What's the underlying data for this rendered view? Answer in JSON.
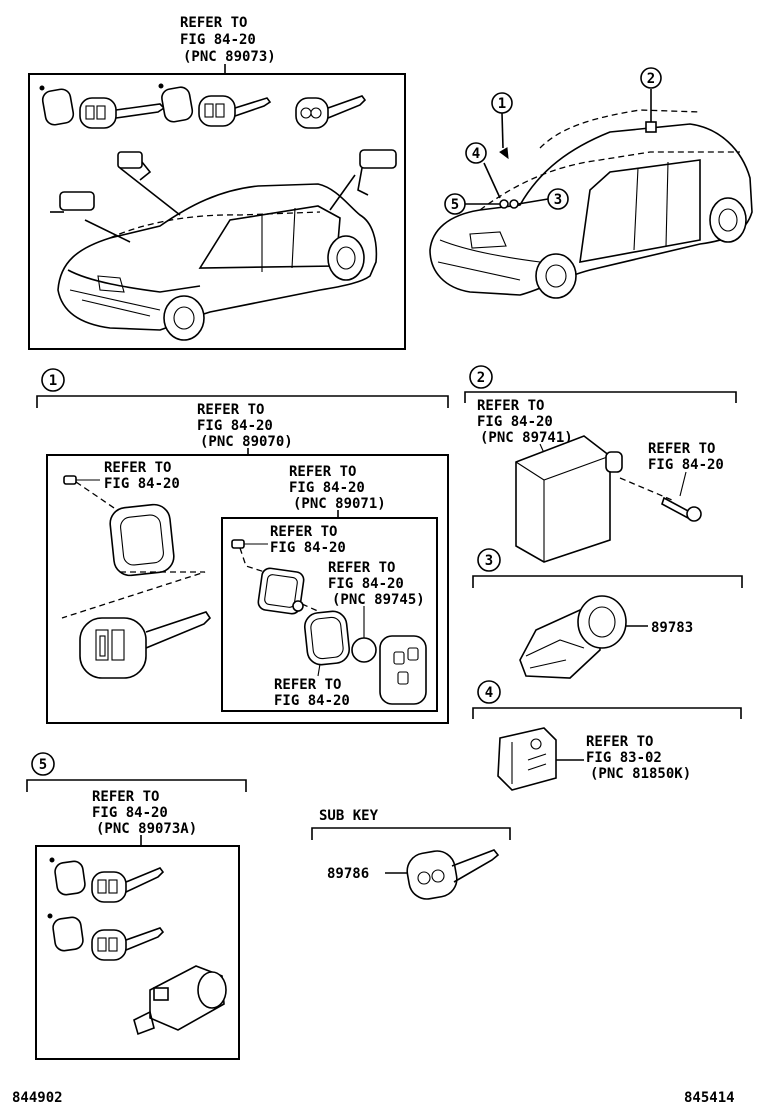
{
  "top_ref": {
    "l1": "REFER TO",
    "l2": "FIG 84-20",
    "l3": "(PNC 89073)"
  },
  "callouts": {
    "c1": "1",
    "c2": "2",
    "c3": "3",
    "c4": "4",
    "c5": "5"
  },
  "section1": {
    "num": "1",
    "ref_a": {
      "l1": "REFER TO",
      "l2": "FIG 84-20",
      "l3": "(PNC 89070)"
    },
    "ref_screw": {
      "l1": "REFER TO",
      "l2": "FIG 84-20"
    },
    "ref_b": {
      "l1": "REFER TO",
      "l2": "FIG 84-20",
      "l3": "(PNC 89071)"
    },
    "ref_screw2": {
      "l1": "REFER TO",
      "l2": "FIG 84-20"
    },
    "ref_battery": {
      "l1": "REFER TO",
      "l2": "FIG 84-20",
      "l3": "(PNC 89745)"
    },
    "ref_case": {
      "l1": "REFER TO",
      "l2": "FIG 84-20"
    }
  },
  "section2": {
    "num": "2",
    "ref_ecu": {
      "l1": "REFER TO",
      "l2": "FIG 84-20",
      "l3": "(PNC 89741)"
    },
    "ref_bolt": {
      "l1": "REFER TO",
      "l2": "FIG 84-20"
    }
  },
  "section3": {
    "num": "3",
    "part": "89783"
  },
  "section4": {
    "num": "4",
    "ref": {
      "l1": "REFER TO",
      "l2": "FIG 83-02",
      "l3": "(PNC 81850K)"
    }
  },
  "section5": {
    "num": "5",
    "ref": {
      "l1": "REFER TO",
      "l2": "FIG 84-20",
      "l3": "(PNC 89073A)"
    }
  },
  "subkey": {
    "title": "SUB KEY",
    "part": "89786"
  },
  "footer": {
    "left": "844902",
    "right": "845414"
  }
}
